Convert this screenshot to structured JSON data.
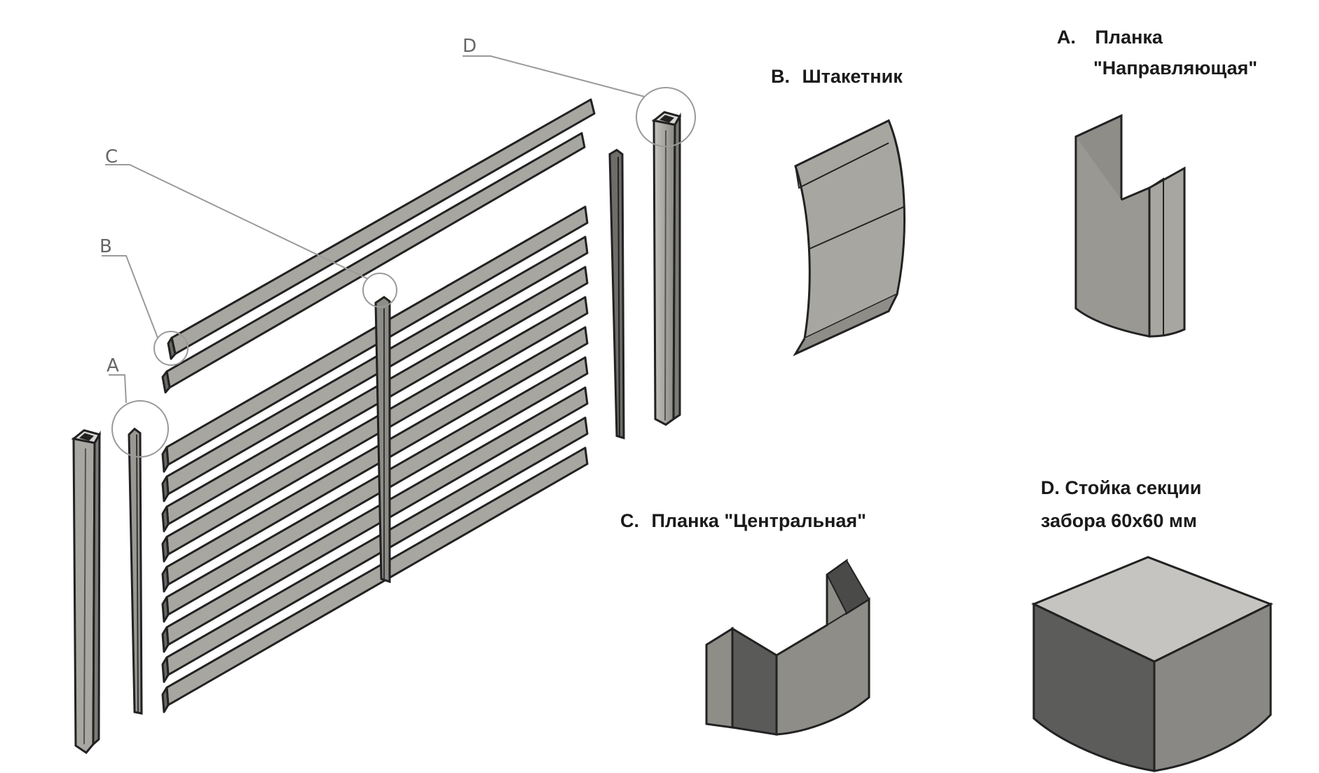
{
  "callouts": {
    "a": "A",
    "b": "B",
    "c": "C",
    "d": "D"
  },
  "details": {
    "a": {
      "letter": "A.",
      "title_line1": "Планка",
      "title_line2": "\"Направляющая\""
    },
    "b": {
      "letter": "B.",
      "title": "Штакетник"
    },
    "c": {
      "letter": "C.",
      "title": "Планка \"Центральная\""
    },
    "d": {
      "title_line1": "D. Стойка секции",
      "title_line2": "забора 60x60 мм"
    }
  },
  "colors": {
    "metal_light": "#a8a6a0",
    "metal_mid": "#8f8d88",
    "metal_dark": "#5a5a58",
    "outline": "#222222",
    "callout_line": "#9a9a9a"
  }
}
